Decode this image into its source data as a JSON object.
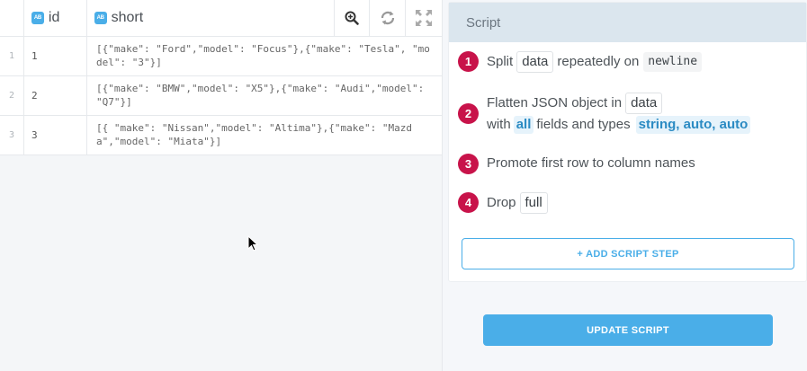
{
  "grid": {
    "columns": [
      {
        "name": "id",
        "type_badge": "AB"
      },
      {
        "name": "short",
        "type_badge": "AB"
      }
    ],
    "tools": [
      {
        "icon": "zoom-in-icon"
      },
      {
        "icon": "refresh-icon"
      },
      {
        "icon": "expand-icon"
      }
    ],
    "rows": [
      {
        "index": "1",
        "id": "1",
        "short": "[{\"make\": \"Ford\",\"model\": \"Focus\"},{\"make\": \"Tesla\", \"model\": \"3\"}]"
      },
      {
        "index": "2",
        "id": "2",
        "short": "[{\"make\": \"BMW\",\"model\": \"X5\"},{\"make\": \"Audi\",\"model\": \"Q7\"}]"
      },
      {
        "index": "3",
        "id": "3",
        "short": "[{ \"make\": \"Nissan\",\"model\": \"Altima\"},{\"make\": \"Mazda\",\"model\": \"Miata\"}]"
      }
    ]
  },
  "script": {
    "title": "Script",
    "steps": [
      {
        "num": "1",
        "parts": {
          "a": "Split",
          "b": "data",
          "c": "repeatedly on",
          "d": "newline"
        }
      },
      {
        "num": "2",
        "parts": {
          "a": "Flatten JSON object in",
          "b": "data",
          "c": "with",
          "d": "all",
          "e": "fields and types",
          "f": "string, auto, auto"
        }
      },
      {
        "num": "3",
        "parts": {
          "a": "Promote first row to column names"
        }
      },
      {
        "num": "4",
        "parts": {
          "a": "Drop",
          "b": "full"
        }
      }
    ],
    "add_step_label": "+ ADD SCRIPT STEP",
    "update_label": "UPDATE SCRIPT"
  },
  "colors": {
    "accent": "#4aaee8",
    "step_badge": "#c8134a",
    "header_bg": "#dbe6ee"
  }
}
